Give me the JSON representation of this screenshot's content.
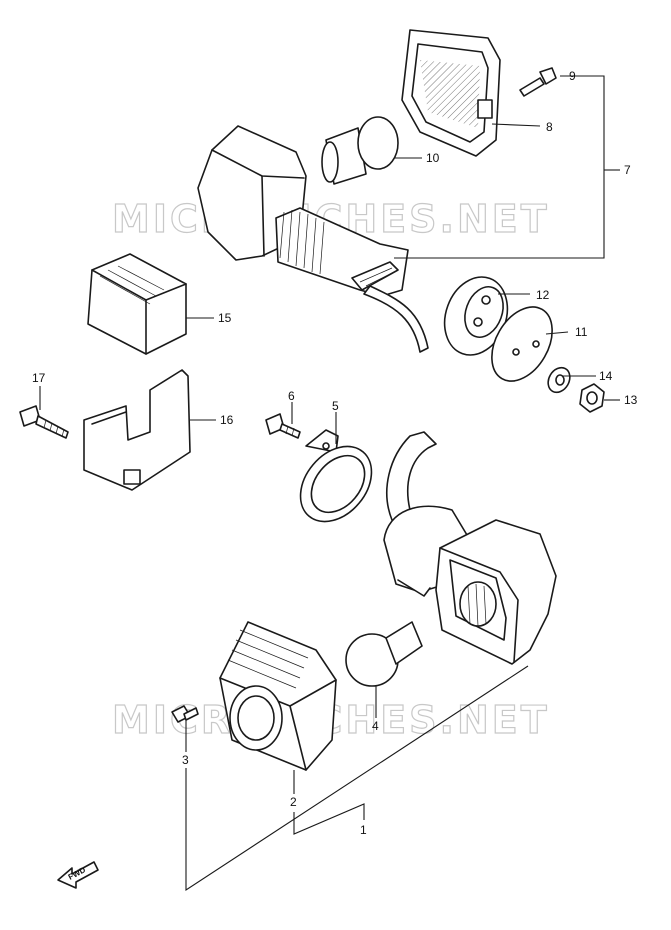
{
  "watermark": "MICROFICHES.NET",
  "forward_label": "FWD",
  "callouts": {
    "c1": "1",
    "c2": "2",
    "c3": "3",
    "c4": "4",
    "c5": "5",
    "c6": "6",
    "c7": "7",
    "c8": "8",
    "c9": "9",
    "c10": "10",
    "c11": "11",
    "c12": "12",
    "c13": "13",
    "c14": "14",
    "c15": "15",
    "c16": "16",
    "c17": "17"
  }
}
